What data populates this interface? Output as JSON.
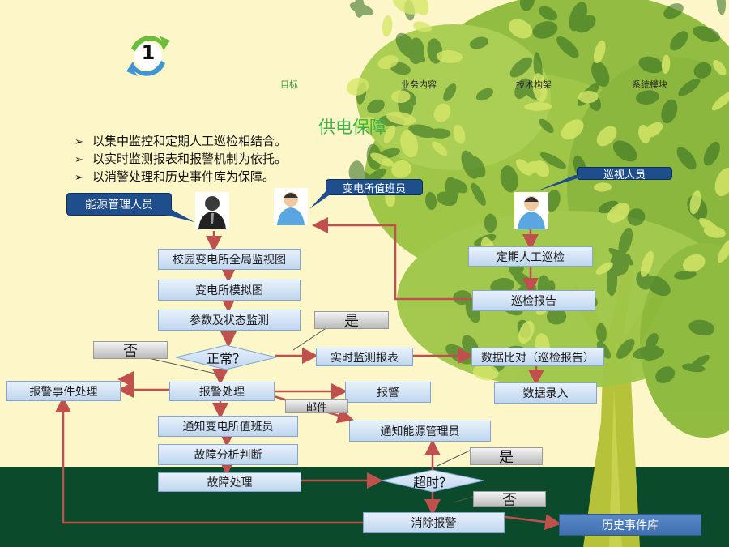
{
  "slide_number": "1",
  "nav_tabs": [
    "目标",
    "业务内容",
    "技术构架",
    "系统模块"
  ],
  "title": "供电保障",
  "bullets": [
    "以集中监控和定期人工巡检相结合。",
    "以实时监测报表和报警机制为依托。",
    "以消警处理和历史事件库为保障。"
  ],
  "roles": {
    "energy_manager": "能源管理人员",
    "substation_duty": "变电所值班员",
    "patrol": "巡视人员"
  },
  "boxes": {
    "global_monitor": "校园变电所全局监视图",
    "sim_diagram": "变电所模拟图",
    "param_monitor": "参数及状态监测",
    "realtime_report": "实时监测报表",
    "data_compare": "数据比对（巡检报告）",
    "alarm_event": "报警事件处理",
    "alarm_process": "报警处理",
    "alarm": "报警",
    "data_entry": "数据录入",
    "notify_energy": "通知能源管理员",
    "notify_duty": "通知变电所值班员",
    "fault_analysis": "故障分析判断",
    "fault_process": "故障处理",
    "clear_alarm": "消除报警",
    "history_db": "历史事件库",
    "scheduled_patrol": "定期人工巡检",
    "patrol_report": "巡检报告"
  },
  "decisions": {
    "normal": "正常？",
    "timeout": "超时？"
  },
  "tags": {
    "yes_1": "是",
    "no_1": "否",
    "mail": "邮件",
    "yes_2": "是",
    "no_2": "否"
  },
  "colors": {
    "arrow": "#c0504d",
    "callout": "#1f4e8c",
    "box_border": "#7fa6d6",
    "ground": "#0b4a2a",
    "title": "#3cb34a"
  }
}
